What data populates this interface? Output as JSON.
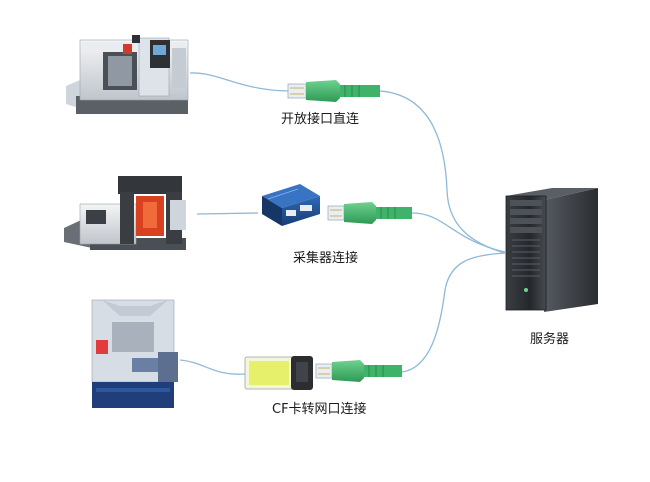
{
  "connections": [
    {
      "label": "开放接口直连"
    },
    {
      "label": "采集器连接"
    },
    {
      "label": "CF卡转网口连接"
    }
  ],
  "server": {
    "label": "服务器"
  },
  "colors": {
    "cable": "#8fb9d8",
    "ethernet_plug": "#3fb36a",
    "collector_body": "#1e4f91",
    "cf_card": "#e6f06a",
    "server_body": "#2c2f34"
  },
  "icons": [
    "cnc-machine-icon",
    "gantry-machine-icon",
    "industrial-machine-icon",
    "ethernet-plug-icon",
    "collector-device-icon",
    "cf-card-adapter-icon",
    "server-tower-icon"
  ]
}
